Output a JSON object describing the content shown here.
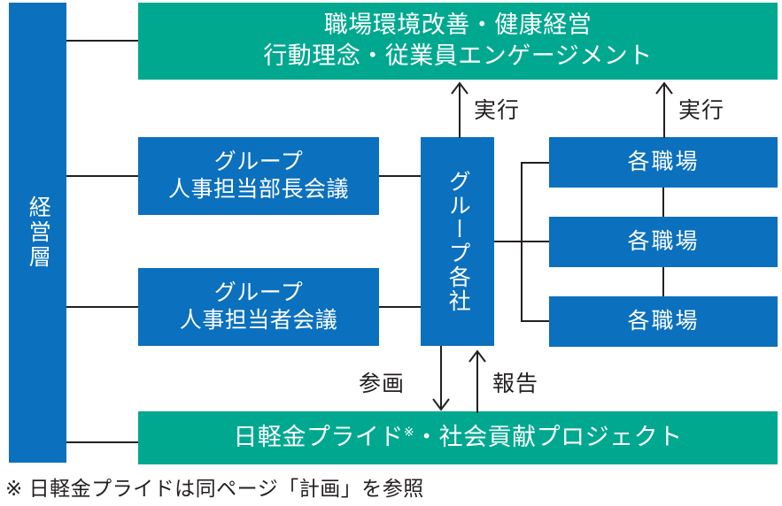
{
  "diagram": {
    "exec_layer": {
      "label": "経営層"
    },
    "workplace_banner": {
      "line1": "職場環境改善・健康経営",
      "line2": "行動理念・従業員エンゲージメント"
    },
    "hr_dept_heads": {
      "line1": "グループ",
      "line2": "人事担当部長会議"
    },
    "hr_staff": {
      "line1": "グループ",
      "line2": "人事担当者会議"
    },
    "group_companies": {
      "label": "グループ各社"
    },
    "workplaces": [
      {
        "label": "各職場"
      },
      {
        "label": "各職場"
      },
      {
        "label": "各職場"
      }
    ],
    "pride_project": {
      "prefix": "日軽金プライド",
      "marker": "※",
      "suffix": "・社会貢献プロジェクト"
    },
    "edge_labels": {
      "execute_left": "実行",
      "execute_right": "実行",
      "participate": "参画",
      "report": "報告"
    },
    "footnote": "※ 日軽金プライドは同ページ「計画」を参照"
  },
  "colors": {
    "blue": "#0b70bd",
    "teal": "#00a88f",
    "line": "#231f20",
    "text_on_fill": "#ffffff",
    "text_dark": "#231f20"
  }
}
